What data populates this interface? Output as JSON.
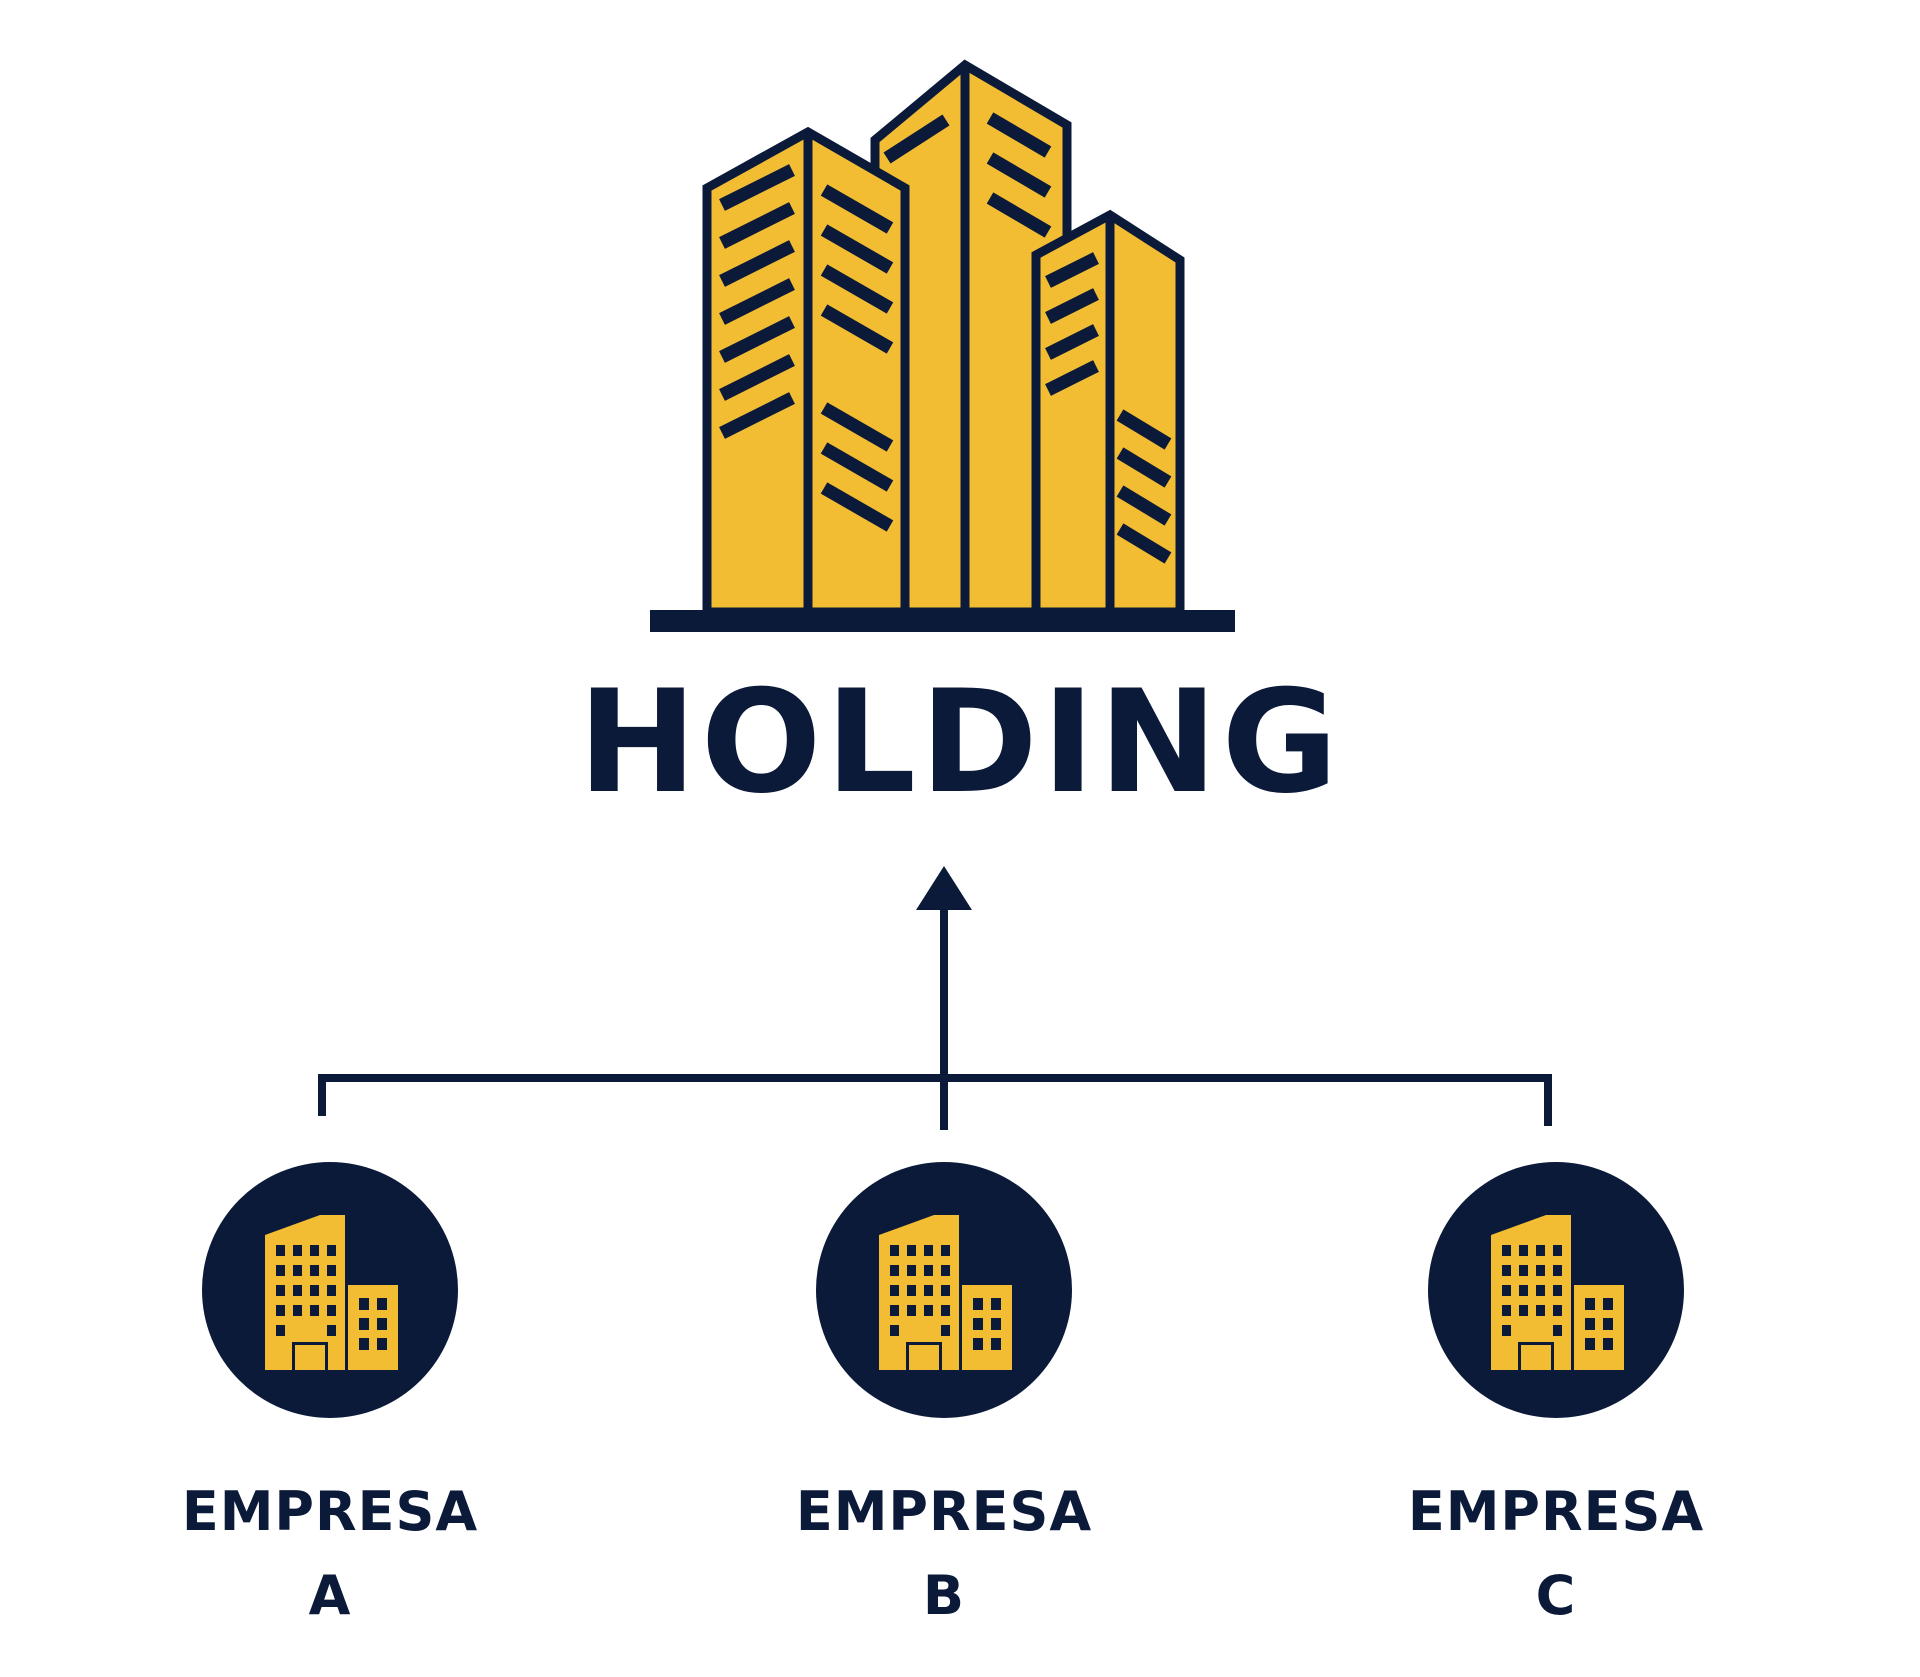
{
  "diagram": {
    "title": "HOLDING",
    "colors": {
      "navy": "#0c1a3a",
      "gold": "#f2bd32",
      "background": "#ffffff"
    },
    "root_icon": "office-towers-icon",
    "edge_direction": "subsidiaries-to-holding",
    "companies": [
      {
        "line1": "EMPRESA",
        "line2": "A",
        "icon": "building-icon"
      },
      {
        "line1": "EMPRESA",
        "line2": "B",
        "icon": "building-icon"
      },
      {
        "line1": "EMPRESA",
        "line2": "C",
        "icon": "building-icon"
      }
    ]
  }
}
